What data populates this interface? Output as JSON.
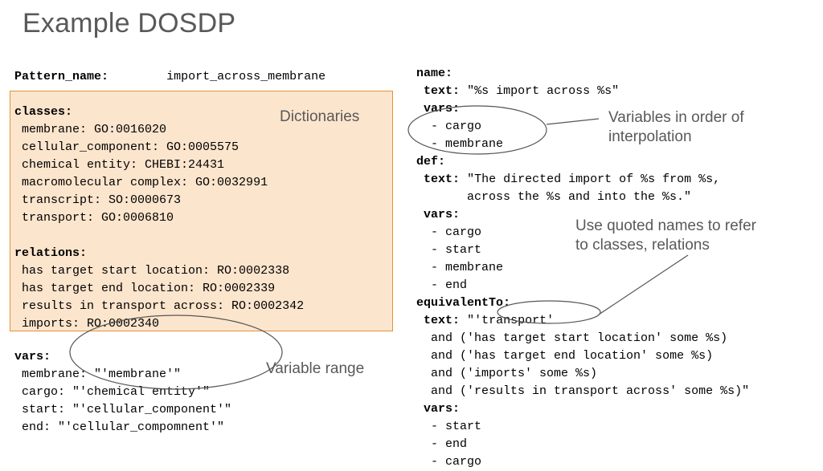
{
  "title": "Example DOSDP",
  "pattern_name": {
    "key": "Pattern_name",
    "value": "import_across_membrane"
  },
  "classes": {
    "header": "classes",
    "items": [
      "membrane: GO:0016020",
      "cellular_component: GO:0005575",
      "chemical entity: CHEBI:24431",
      "macromolecular complex: GO:0032991",
      "transcript: SO:0000673",
      "transport: GO:0006810"
    ]
  },
  "relations": {
    "header": "relations",
    "items": [
      "has target start location: RO:0002338",
      "has target end location: RO:0002339",
      "results in transport across: RO:0002342",
      "imports: RO:0002340"
    ]
  },
  "vars_left": {
    "header": "vars",
    "items": [
      "membrane: \"'membrane'\"",
      "cargo: \"'chemical entity'\"",
      "start: \"'cellular_component'\"",
      "end: \"'cellular_compomnent'\""
    ]
  },
  "right": {
    "name_key": "name",
    "name_text_key": "text",
    "name_text_val": "\"%s import across %s\"",
    "name_vars_key": "vars",
    "name_vars": [
      "- cargo",
      "- membrane"
    ],
    "def_key": "def",
    "def_text_key": "text",
    "def_text_line1": "\"The directed import of %s from %s,",
    "def_text_line2": "across the %s and into the %s.\"",
    "def_vars_key": "vars",
    "def_vars": [
      "- cargo",
      "- start",
      "- membrane",
      "- end"
    ],
    "eq_key": "equivalentTo",
    "eq_text_key": "text",
    "eq_text_val": "\"'transport'",
    "eq_lines": [
      "and ('has target start location' some %s)",
      "and ('has target end location' some %s)",
      "and ('imports' some %s)",
      "and ('results in transport across' some %s)\""
    ],
    "eq_vars_key": "vars",
    "eq_vars": [
      "- start",
      "- end",
      "- cargo"
    ]
  },
  "annotations": {
    "dictionaries": "Dictionaries",
    "variable_range": "Variable range",
    "variables_order_1": "Variables in order of",
    "variables_order_2": "interpolation",
    "quoted_names_1": "Use quoted names to refer",
    "quoted_names_2": "to classes, relations"
  },
  "colors": {
    "dict_fill": "#fce5cd",
    "dict_border": "#e69138",
    "annotation_text": "#595959"
  }
}
